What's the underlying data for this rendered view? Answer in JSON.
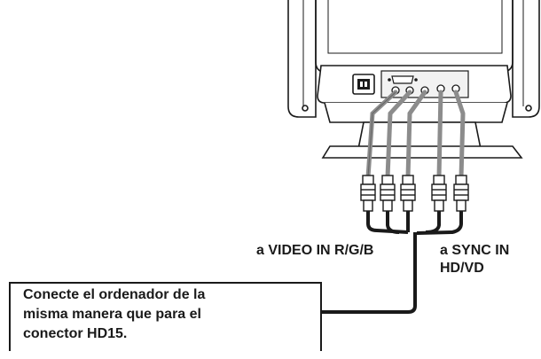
{
  "labels": {
    "video_in": "a VIDEO IN R/G/B",
    "sync_in": "a SYNC IN\nHD/VD"
  },
  "note": {
    "text": "Conecte el ordenador de la\nmisma manera que para el\nconector HD15."
  },
  "colors": {
    "line": "#1a1a1a",
    "cable_gray": "#8c8c8c",
    "monitor_fill": "#ffffff",
    "panel_fill": "#f2f2f2"
  },
  "icons": [
    "power-socket-icon",
    "hd15-connector-icon",
    "bnc-connector-icon"
  ]
}
